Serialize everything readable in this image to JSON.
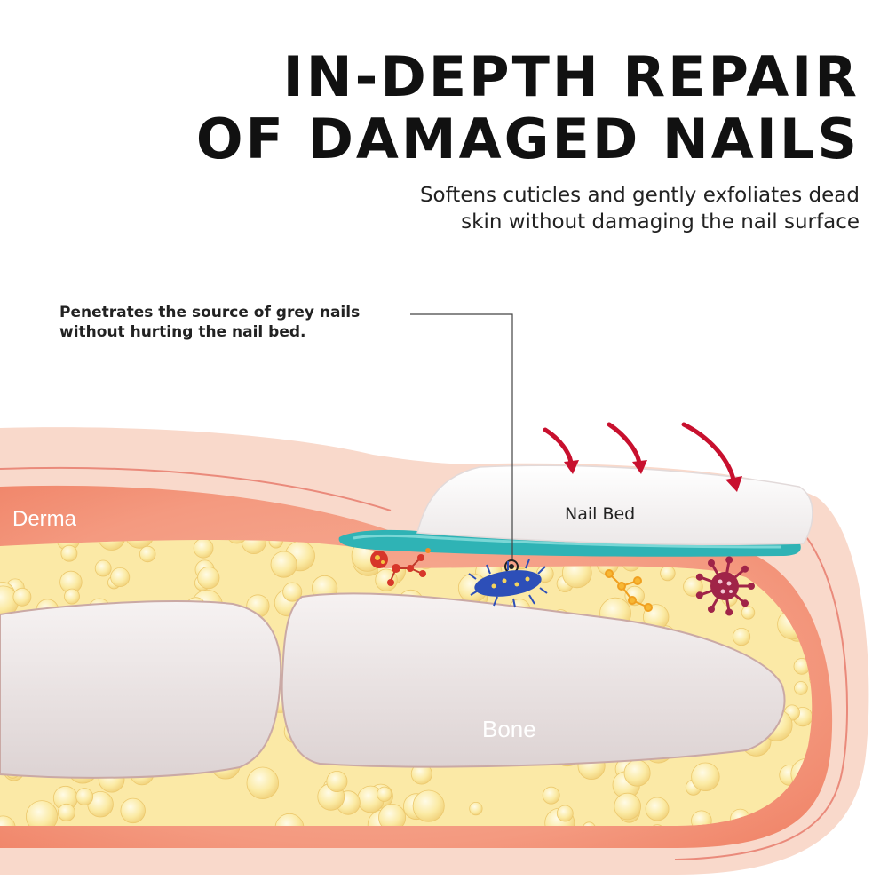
{
  "headline": {
    "line1": "IN-DEPTH REPAIR",
    "line2": "OF DAMAGED NAILS"
  },
  "subtitle": {
    "line1": "Softens cuticles and gently exfoliates dead",
    "line2": "skin without damaging the nail surface"
  },
  "callout": {
    "line1": "Penetrates the source of grey nails",
    "line2": "without hurting the nail bed."
  },
  "labels": {
    "derma": "Derma",
    "nail_bed": "Nail Bed",
    "bone": "Bone"
  },
  "colors": {
    "skin": "#f9d7c8",
    "derma": "#f18a6e",
    "fat": "#fbe9a6",
    "bone": "#ebe4e4",
    "nail": "#ffffff",
    "nail_bed_line": "#2bb0b3",
    "arrow": "#c8102e",
    "bacteria_blue": "#2d4fb8",
    "virus_purple": "#a02448"
  }
}
